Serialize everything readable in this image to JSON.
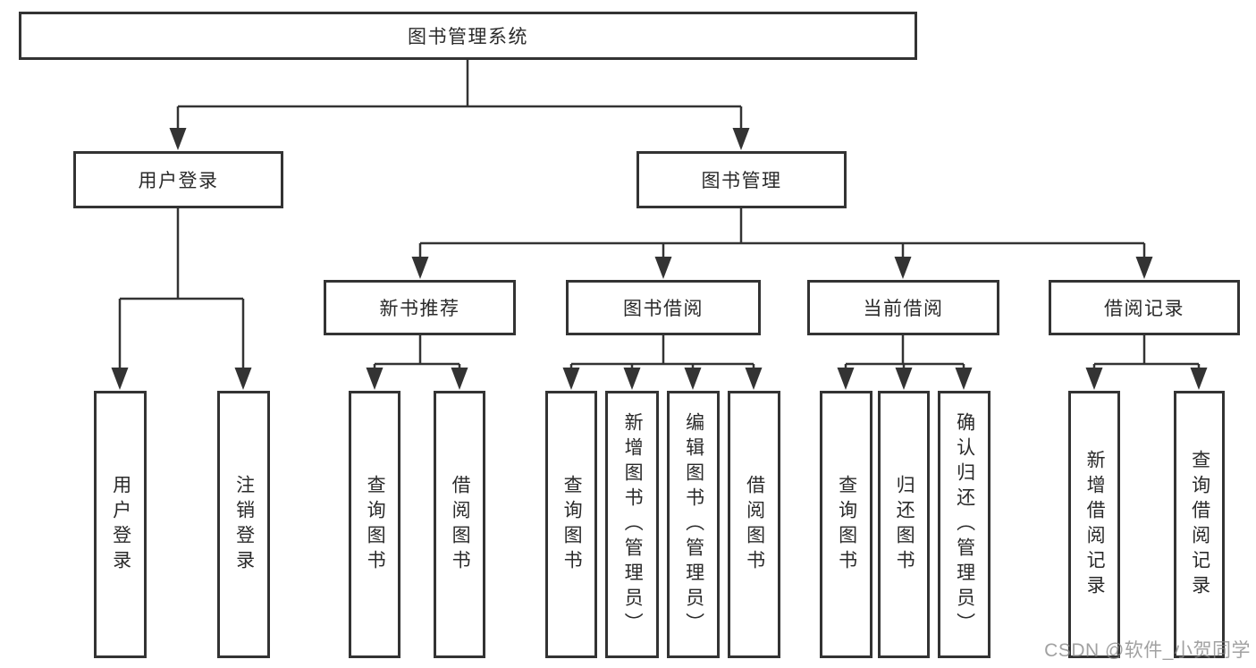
{
  "diagram": {
    "root": {
      "label": "图书管理系统"
    },
    "branches": [
      {
        "label": "用户登录",
        "children": [
          {
            "label": "用户登录"
          },
          {
            "label": "注销登录"
          }
        ]
      },
      {
        "label": "图书管理",
        "children": [
          {
            "label": "新书推荐",
            "children": [
              {
                "label": "查询图书"
              },
              {
                "label": "借阅图书"
              }
            ]
          },
          {
            "label": "图书借阅",
            "children": [
              {
                "label": "查询图书"
              },
              {
                "label": "新增图书（管理员）"
              },
              {
                "label": "编辑图书（管理员）"
              },
              {
                "label": "借阅图书"
              }
            ]
          },
          {
            "label": "当前借阅",
            "children": [
              {
                "label": "查询图书"
              },
              {
                "label": "归还图书"
              },
              {
                "label": "确认归还（管理员）"
              }
            ]
          },
          {
            "label": "借阅记录",
            "children": [
              {
                "label": "新增借阅记录"
              },
              {
                "label": "查询借阅记录"
              }
            ]
          }
        ]
      }
    ]
  },
  "watermark": {
    "text": "CSDN @软件_小贺同学"
  },
  "colors": {
    "line": "#333333",
    "box_border": "#333333",
    "text": "#2a2a2a",
    "background": "#ffffff",
    "watermark": "#878787"
  }
}
